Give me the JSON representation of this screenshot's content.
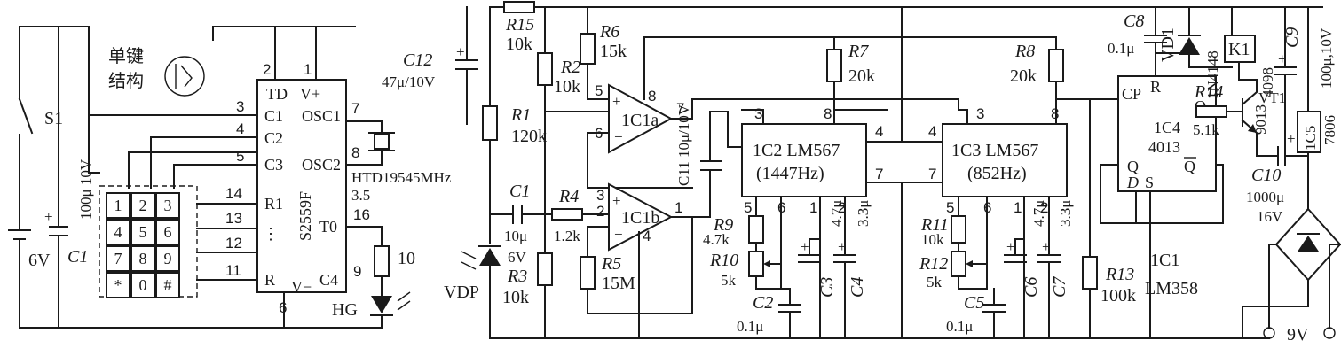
{
  "power": {
    "switch": "S1",
    "battery": "6V",
    "cap_value": "100μ 10V",
    "cap_name": "C1"
  },
  "keypad": {
    "note_line1": "单键",
    "note_line2": "结构",
    "keys": [
      "1",
      "2",
      "3",
      "4",
      "5",
      "6",
      "7",
      "8",
      "9",
      "*",
      "0",
      "#"
    ]
  },
  "encoder": {
    "name": "S2559F",
    "pins": {
      "TD": "TD",
      "VP": "V+",
      "OSC1": "OSC1",
      "OSC2": "OSC2",
      "C1": "C1",
      "C2": "C2",
      "C3": "C3",
      "R1": "R1",
      "R": "R",
      "T0": "T0",
      "C4": "C4",
      "VM": "V−",
      "dots": "⋮"
    },
    "pin_numbers": {
      "p2": "2",
      "p1": "1",
      "p3": "3",
      "p4": "4",
      "p5": "5",
      "p14": "14",
      "p13": "13",
      "p12": "12",
      "p11": "11",
      "p7": "7",
      "p8": "8",
      "p16": "16",
      "p9": "9",
      "p6": "6",
      "p35": "3.5"
    },
    "crystal": "HTD19545MHz",
    "resistor": "10",
    "led": "HG"
  },
  "receiver": {
    "c12_name": "C12",
    "c12_value": "47μ/10V",
    "r15_name": "R15",
    "r15_value": "10k",
    "r1_name": "R1",
    "r1_value": "120k",
    "r2_name": "R2",
    "r2_value": "10k",
    "r6_name": "R6",
    "r6_value": "15k",
    "c1_name": "C1",
    "c1_value": "10μ",
    "r4_name": "R4",
    "r4_value": "1.2k",
    "r3_name": "R3",
    "r3_value": "10k",
    "r3_supply": "6V",
    "r5_name": "R5",
    "r5_value": "15M",
    "photodiode": "VDP",
    "op_a": "1C1a",
    "op_b": "1C1b",
    "c11_value": "C11 10μ/10V",
    "opamp_pins": {
      "a5": "5",
      "a6": "6",
      "a8": "8",
      "a7": "7",
      "b3": "3",
      "b2": "2",
      "b1": "1",
      "b4": "4"
    }
  },
  "decoders": {
    "ic2_line1": "1C2 LM567",
    "ic2_line2": "(1447Hz)",
    "ic3_line1": "1C3 LM567",
    "ic3_line2": "(852Hz)",
    "r7_name": "R7",
    "r7_value": "20k",
    "r8_name": "R8",
    "r8_value": "20k",
    "r9_name": "R9",
    "r9_value": "4.7k",
    "r10_name": "R10",
    "r10_value": "5k",
    "c2_name": "C2",
    "c2_value": "0.1μ",
    "c3_name": "C3",
    "c3_value": "4.7μ",
    "c4_name": "C4",
    "c4_value": "3.3μ",
    "r11_name": "R11",
    "r11_value": "10k",
    "r12_name": "R12",
    "r12_value": "5k",
    "c5_name": "C5",
    "c5_value": "0.1μ",
    "c6_name": "C6",
    "c6_value": "4.7μ",
    "c7_name": "C7",
    "c7_value": "3.3μ",
    "pins": {
      "p3": "3",
      "p8": "8",
      "p4": "4",
      "p7": "7",
      "p5": "5",
      "p6": "6",
      "p1": "1",
      "p2": "2"
    }
  },
  "output": {
    "c8_name": "C8",
    "c8_value": "0.1μ",
    "vd1": "VD1",
    "vd1_part": "1N4148",
    "relay": "K1",
    "relay_part": "4098",
    "c9_name": "C9",
    "c9_value": "100μ,10V",
    "ic4_line1": "1C4",
    "ic4_line2": "4013",
    "ff_pins": {
      "CP": "CP",
      "R": "R",
      "Q": "Q",
      "Qb": "Q",
      "Qd": "Q",
      "D": "D",
      "S": "S"
    },
    "r14_name": "R14",
    "r14_value": "5.1k",
    "vt1": "VT1",
    "vt1_part": "9013",
    "ic5": "1C5",
    "ic5_part": "7806",
    "c10_name": "C10",
    "c10_value": "1000μ",
    "c10_volt": "16V",
    "r13_name": "R13",
    "r13_value": "100k",
    "ic1_line1": "1C1",
    "ic1_line2": "LM358",
    "supply": "9V"
  }
}
